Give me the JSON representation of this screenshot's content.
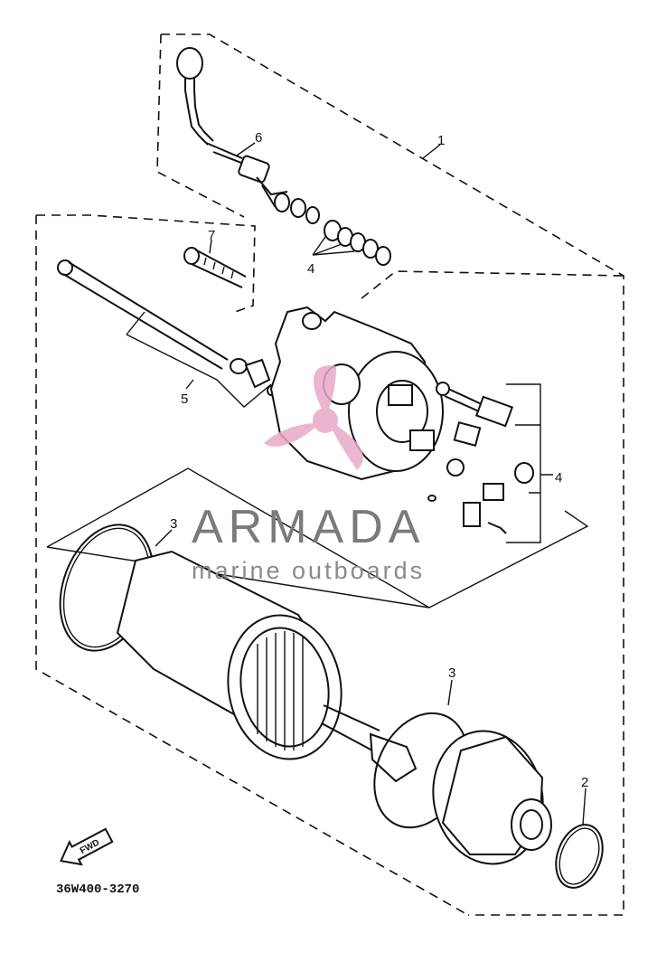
{
  "diagram": {
    "part_code": "36W400-3270",
    "direction_label": "FWD",
    "callouts": [
      "1",
      "2",
      "3",
      "3",
      "4",
      "4",
      "5",
      "6",
      "7"
    ]
  },
  "watermark": {
    "brand": "ARMADA",
    "tagline": "marine outboards",
    "brand_color": "#7a7a7a",
    "logo_color": "#e8a9c7"
  }
}
